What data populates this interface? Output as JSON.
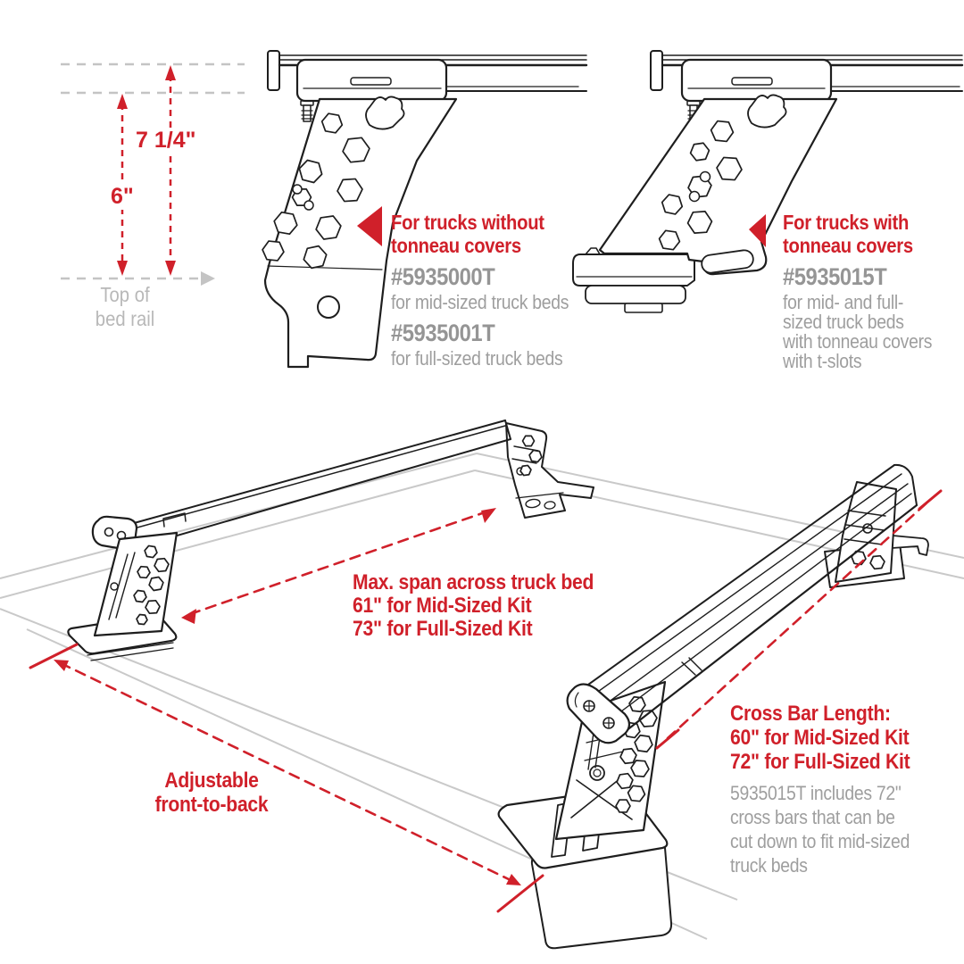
{
  "colors": {
    "accent_red": "#d0202a",
    "gray_text": "#959595",
    "light_gray_text": "#b8b8b8",
    "line_art": "#1e1e1e",
    "bed_outline": "#c9c9c9",
    "dashed_guide": "#c4c4c4"
  },
  "top_left_dimensions": {
    "dim_total": "7 1/4\"",
    "dim_lower": "6\"",
    "baseline_label_line1": "Top of",
    "baseline_label_line2": "bed rail"
  },
  "product_left": {
    "heading_line1": "For trucks without",
    "heading_line2": "tonneau covers",
    "part1_number": "#5935000T",
    "part1_description": "for mid-sized truck beds",
    "part2_number": "#5935001T",
    "part2_description": "for full-sized truck beds"
  },
  "product_right": {
    "heading_line1": "For trucks with",
    "heading_line2": "tonneau covers",
    "part_number": "#5935015T",
    "description_line1": "for mid- and full-",
    "description_line2": "sized truck beds",
    "description_line3": "with tonneau covers",
    "description_line4": "with t-slots"
  },
  "bottom_annotations": {
    "max_span_line1": "Max. span across truck bed",
    "max_span_line2": "61\" for Mid-Sized Kit",
    "max_span_line3": "73\" for Full-Sized Kit",
    "crossbar_line1": "Cross Bar Length:",
    "crossbar_line2": "60\" for Mid-Sized Kit",
    "crossbar_line3": "72\" for Full-Sized Kit",
    "crossbar_note_line1": "5935015T includes 72\"",
    "crossbar_note_line2": "cross bars that can be",
    "crossbar_note_line3": "cut down to fit mid-sized",
    "crossbar_note_line4": "truck beds",
    "adjustable_line1": "Adjustable",
    "adjustable_line2": "front-to-back"
  }
}
